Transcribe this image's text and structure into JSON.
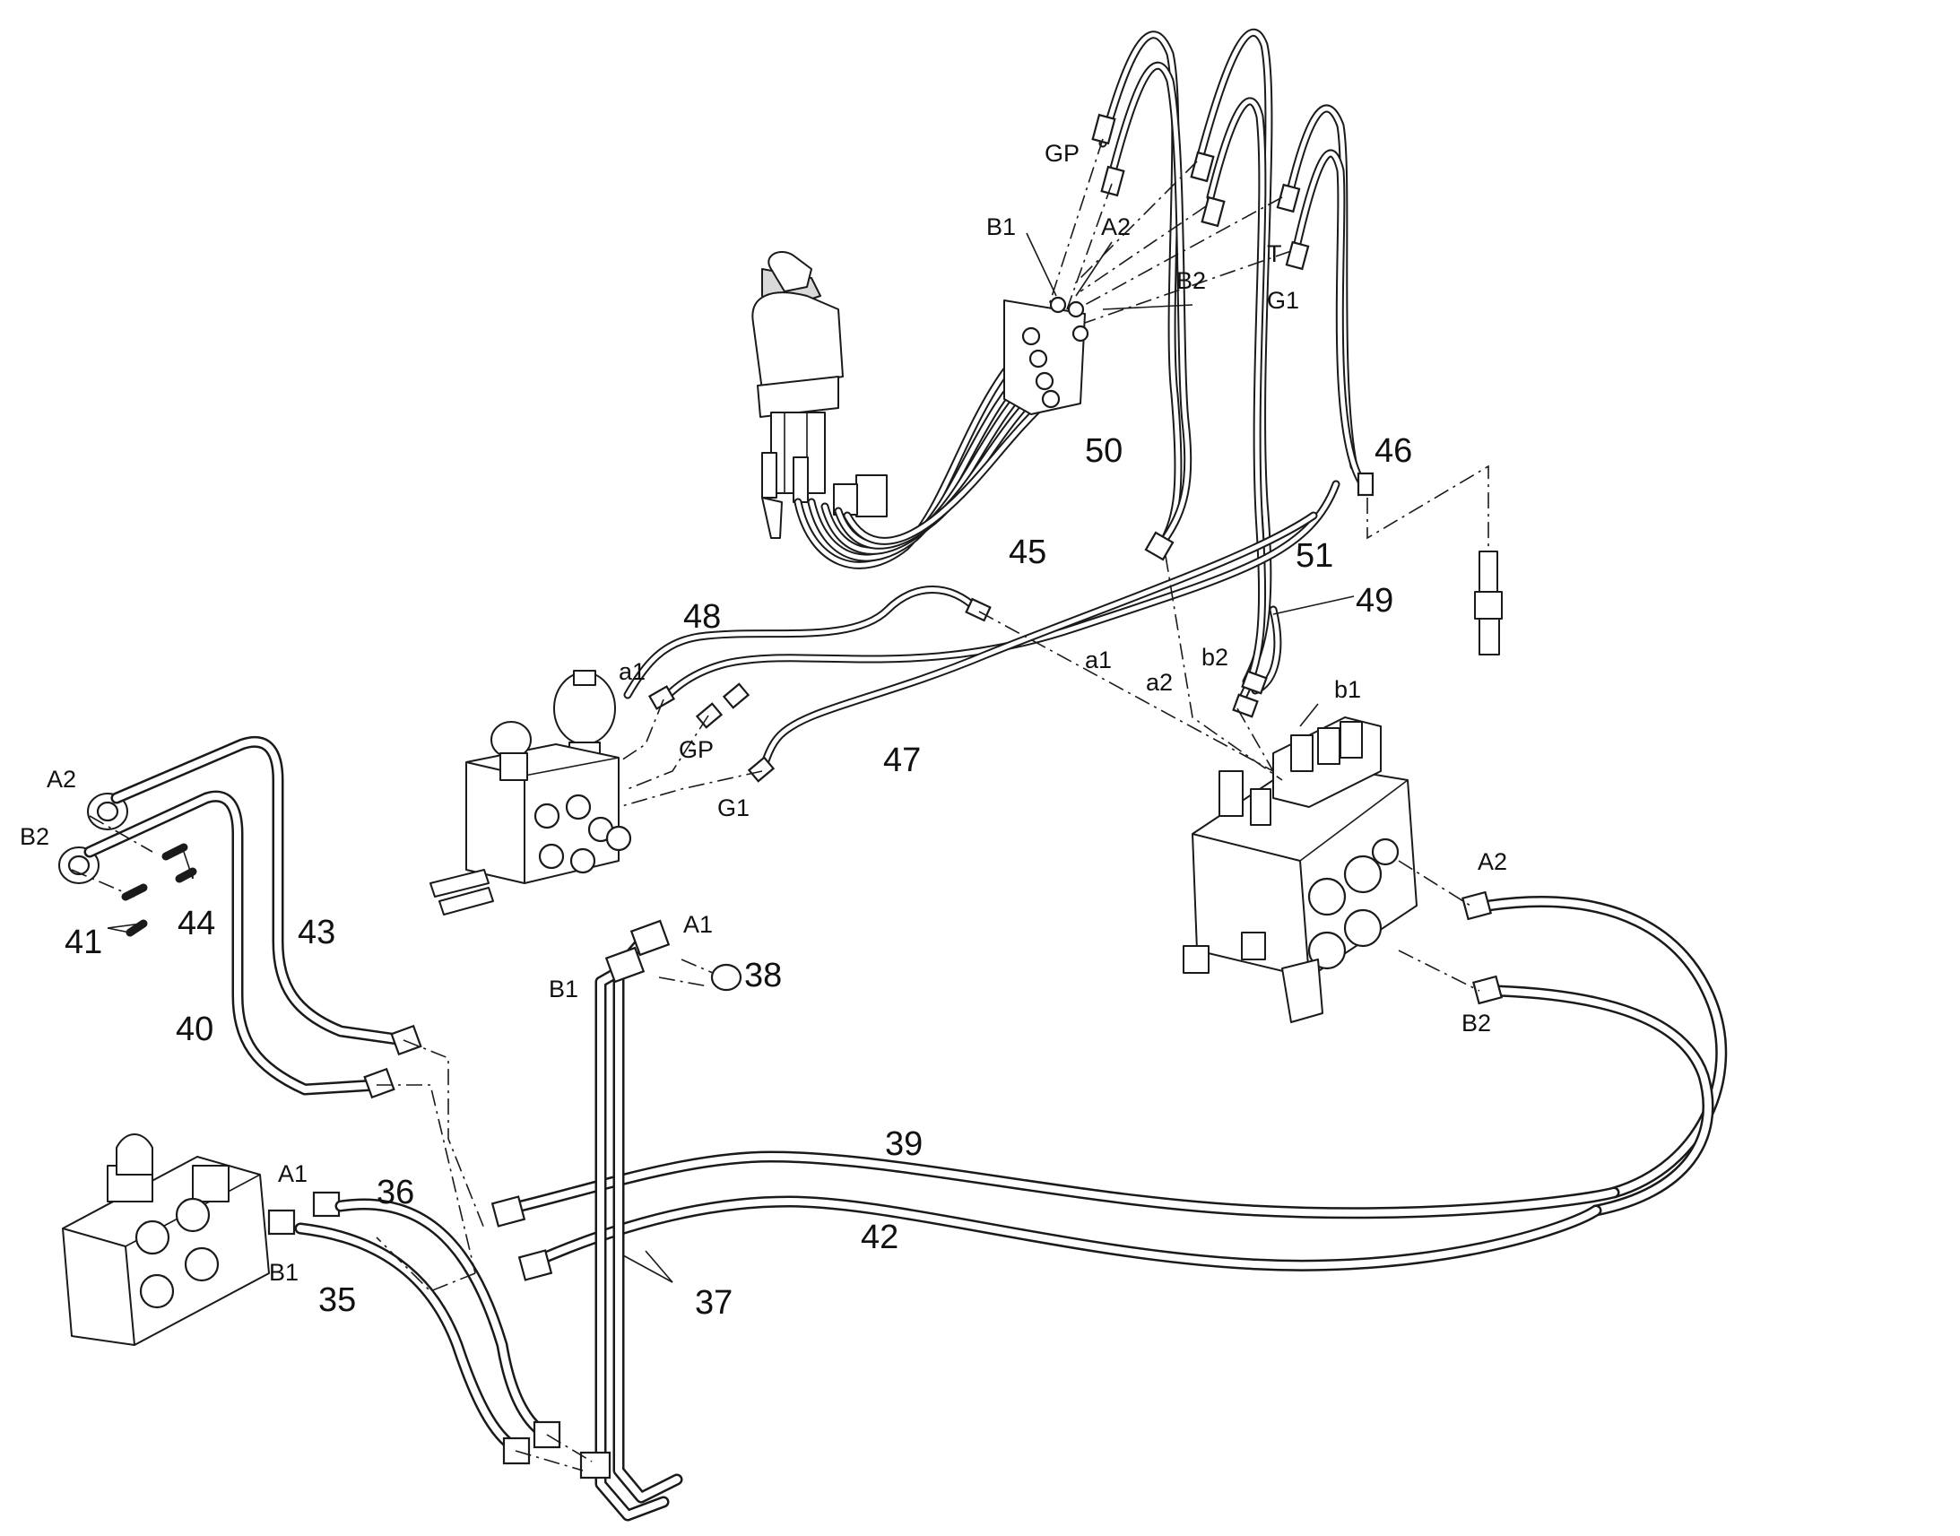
{
  "part_numbers": {
    "p35": "35",
    "p36": "36",
    "p37": "37",
    "p38": "38",
    "p39": "39",
    "p40": "40",
    "p41": "41",
    "p42": "42",
    "p43": "43",
    "p44": "44",
    "p45": "45",
    "p46": "46",
    "p47": "47",
    "p48": "48",
    "p49": "49",
    "p50": "50",
    "p51": "51"
  },
  "port_labels": {
    "gp_top": "GP",
    "b1_top": "B1",
    "a2_top": "A2",
    "b2_top": "B2",
    "t_top": "T",
    "g1_top": "G1",
    "a1_mid": "a1",
    "a1_valve": "a1",
    "a2_valve": "a2",
    "b2_valve": "b2",
    "b1_valve": "b1",
    "gp_block": "GP",
    "g1_block": "G1",
    "a2_left": "A2",
    "b2_left": "B2",
    "a1_pipe": "A1",
    "b1_pipe": "B1",
    "a1_lower": "A1",
    "b1_lower": "B1",
    "a2_right": "A2",
    "b2_right": "B2"
  },
  "colors": {
    "line": "#1a1a1a",
    "background": "#ffffff"
  }
}
